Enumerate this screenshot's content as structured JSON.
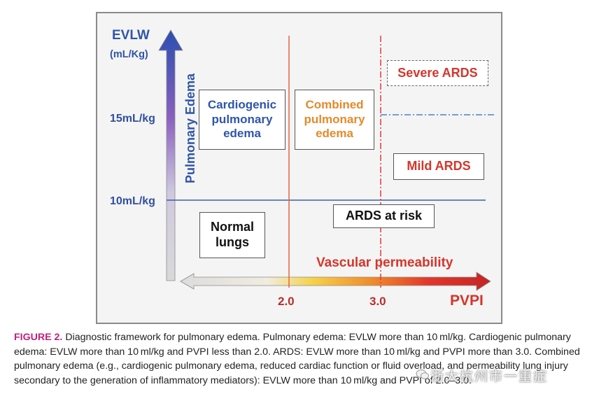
{
  "figure": {
    "y_axis_title": "EVLW",
    "y_axis_unit": "(mL/Kg)",
    "y_arrow_label": "Pulmonary Edema",
    "y_tick_15": "15mL/kg",
    "y_tick_10": "10mL/kg",
    "x_axis_title": "PVPI",
    "x_tick_2": "2.0",
    "x_tick_3": "3.0",
    "x_arrow_label": "Vascular permeability",
    "boxes": {
      "cardiogenic": "Cardiogenic\npulmonary\nedema",
      "combined": "Combined\npulmonary\nedema",
      "severe_ards": "Severe ARDS",
      "mild_ards": "Mild ARDS",
      "ards_at_risk": "ARDS at risk",
      "normal_lungs": "Normal\nlungs"
    },
    "colors": {
      "blue": "#2f55a8",
      "orange": "#e58a2a",
      "red": "#d6352b",
      "dark": "#111111"
    }
  },
  "caption": {
    "label": "FIGURE 2.",
    "text": " Diagnostic framework for pulmonary edema. Pulmonary edema: EVLW more than 10 ml/kg. Cardiogenic pulmonary edema: EVLW more than 10 ml/kg and PVPI less than 2.0. ARDS: EVLW more than 10 ml/kg and PVPI more than 3.0. Combined pulmonary edema (e.g., cardiogenic pulmonary edema, reduced cardiac function or fluid overload, and permeability lung injury secondary to the generation of inflammatory mediators): EVLW more than 10 ml/kg and PVPI of 2.0–3.0."
  },
  "watermark": {
    "text": "浙大杭州市一重症"
  }
}
